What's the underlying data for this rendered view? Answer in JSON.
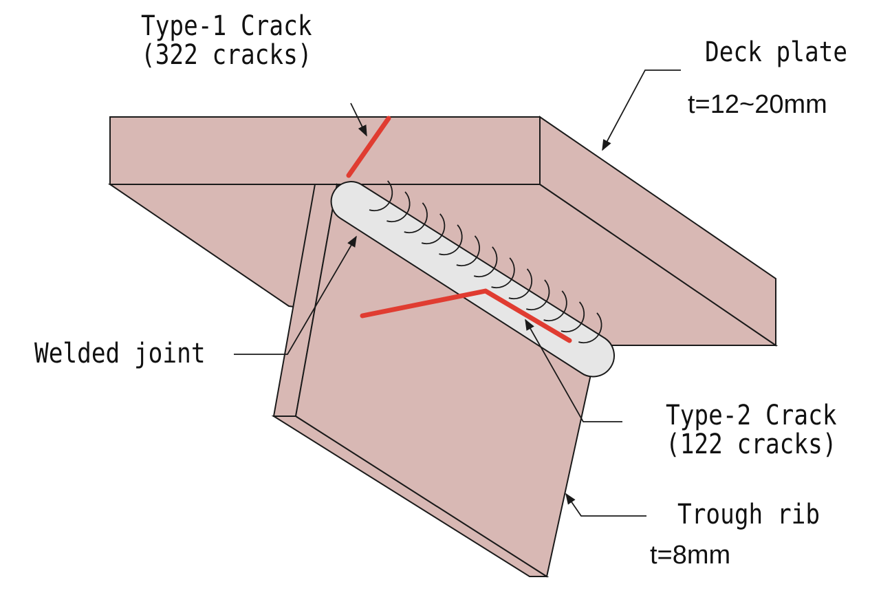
{
  "labels": {
    "type1_crack": "Type-1 Crack",
    "type1_count": "(322 cracks)",
    "deck_plate": "Deck plate",
    "deck_thickness": "t=12~20mm",
    "welded_joint": "Welded joint",
    "type2_crack": "Type-2 Crack",
    "type2_count": "(122 cracks)",
    "trough_rib": "Trough rib",
    "rib_thickness": "t=8mm"
  },
  "colors": {
    "plate_fill": "#d8b8b4",
    "plate_fill_dark": "#ceaca8",
    "outline": "#1a1a1a",
    "weld_fill": "#e6e6e6",
    "crack": "#e03c31"
  }
}
